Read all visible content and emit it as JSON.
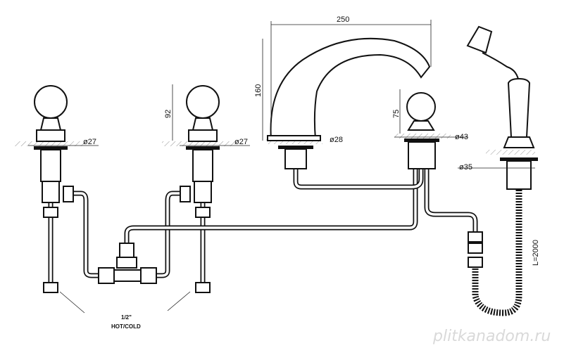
{
  "drawing": {
    "dimensions": {
      "spout_reach": "250",
      "spout_height": "160",
      "valve_height": "92",
      "left_valve_diameter": "ø27",
      "middle_valve_diameter": "ø27",
      "spout_diameter": "ø28",
      "diverter_height": "75",
      "diverter_diameter": "ø43",
      "handshower_holder_diameter": "ø35",
      "hose_length": "L=2000"
    },
    "connection_label": {
      "size": "1/2\"",
      "type": "HOT/COLD"
    },
    "watermark": "plitkanadom.ru"
  }
}
